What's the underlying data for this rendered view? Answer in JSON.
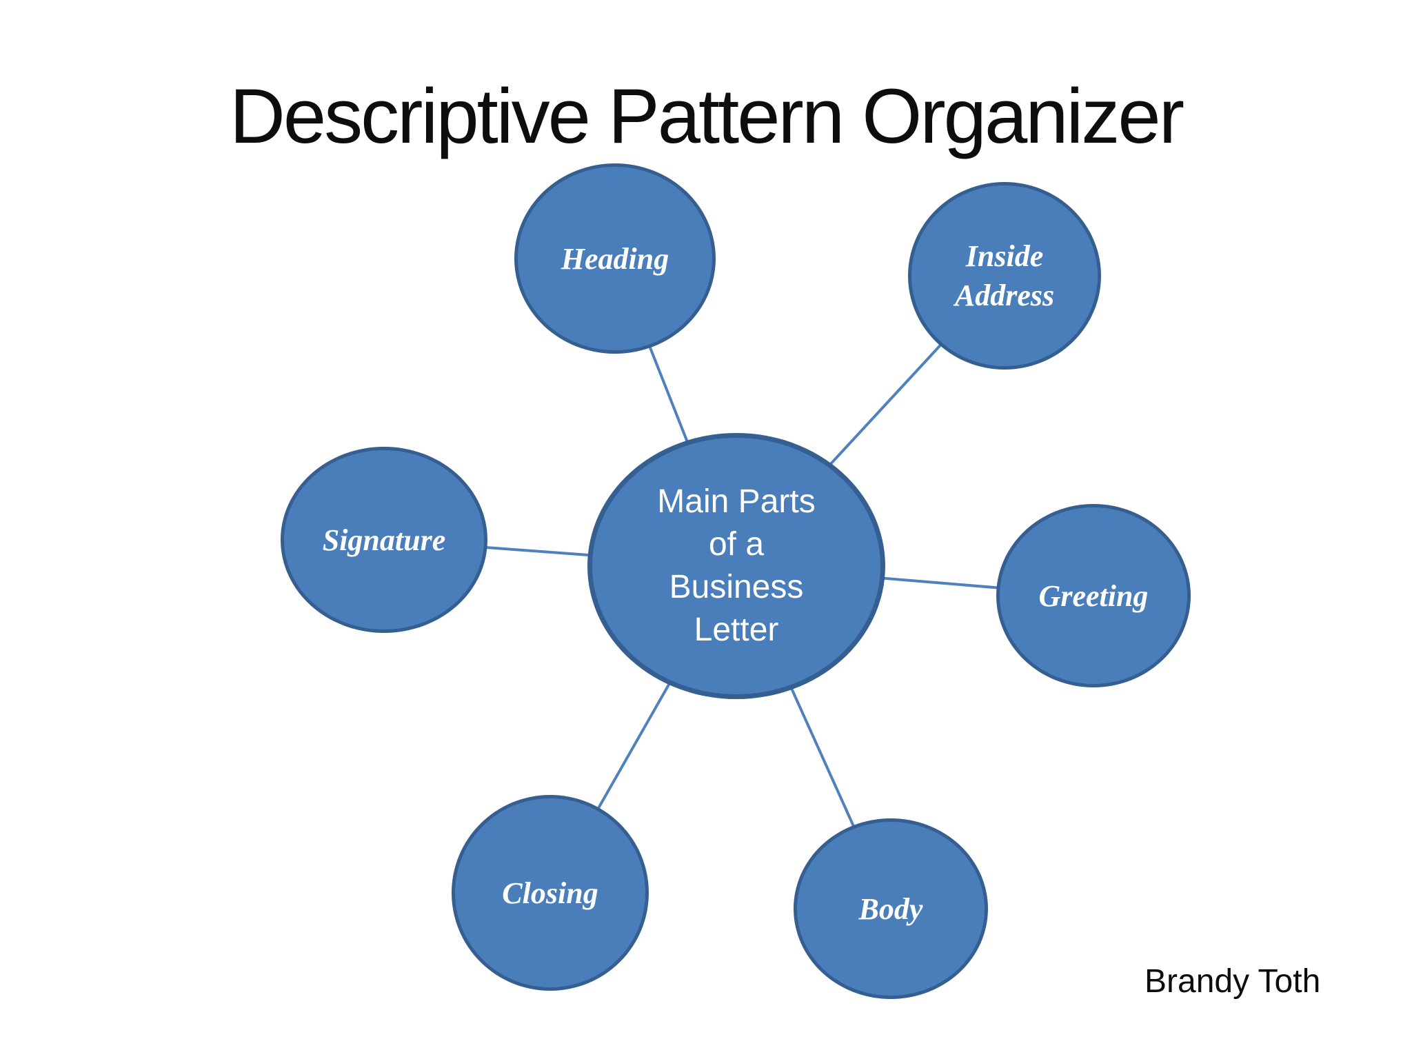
{
  "slide": {
    "title": "Descriptive Pattern Organizer",
    "author": "Brandy Toth"
  },
  "diagram": {
    "type": "radial-organizer",
    "center_node": {
      "label": "Main Parts of a Business Letter",
      "lines": [
        "Main Parts",
        "of a",
        "Business",
        "Letter"
      ]
    },
    "nodes": [
      {
        "id": "heading",
        "label": "Heading",
        "lines": [
          "Heading"
        ]
      },
      {
        "id": "inside-address",
        "label": "Inside Address",
        "lines": [
          "Inside",
          "Address"
        ]
      },
      {
        "id": "signature",
        "label": "Signature",
        "lines": [
          "Signature"
        ]
      },
      {
        "id": "greeting",
        "label": "Greeting",
        "lines": [
          "Greeting"
        ]
      },
      {
        "id": "closing",
        "label": "Closing",
        "lines": [
          "Closing"
        ]
      },
      {
        "id": "body",
        "label": "Body",
        "lines": [
          "Body"
        ]
      }
    ],
    "colors": {
      "node_fill": "#4a7ebb",
      "node_border": "#365f91",
      "connector": "#4f81bd",
      "node_text": "#ffffff",
      "title_text": "#0d0d0d"
    }
  }
}
